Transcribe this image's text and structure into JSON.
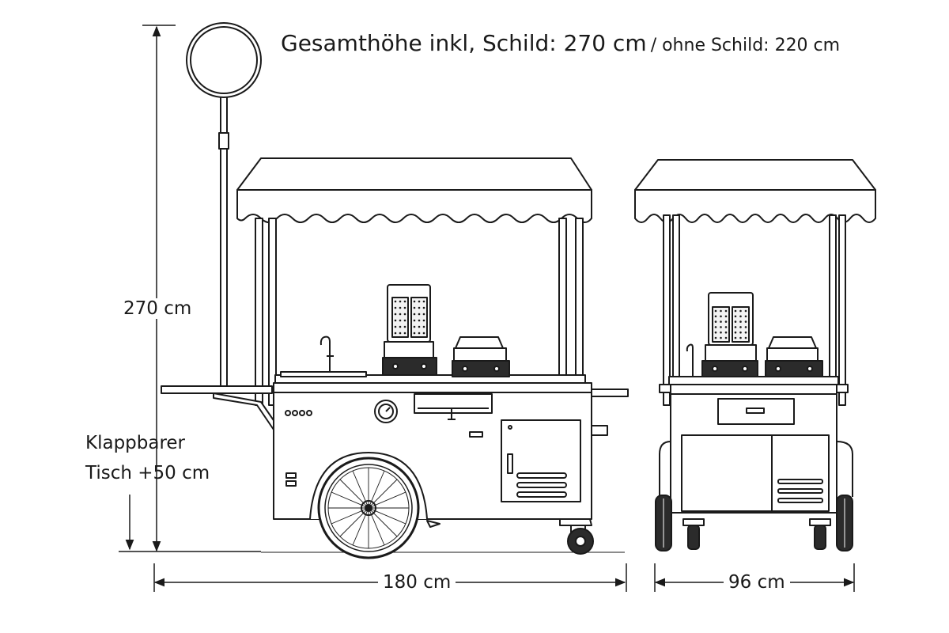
{
  "header": {
    "title_main": "Gesamthöhe inkl, Schild: 270 cm",
    "title_sub": "/ ohne Schild: 220 cm"
  },
  "dimensions": {
    "height_label": "270 cm",
    "table_note_line1": "Klappbarer",
    "table_note_line2": "Tisch +50 cm",
    "length_label": "180 cm",
    "width_label": "96 cm"
  },
  "colors": {
    "line": "#1a1a1a",
    "background": "#ffffff",
    "fill_light": "#f2f2f2",
    "fill_dark": "#2b2b2b"
  },
  "icons": {
    "arrow": "arrowhead",
    "gauge": "pressure-gauge-icon",
    "faucet": "faucet-icon"
  }
}
